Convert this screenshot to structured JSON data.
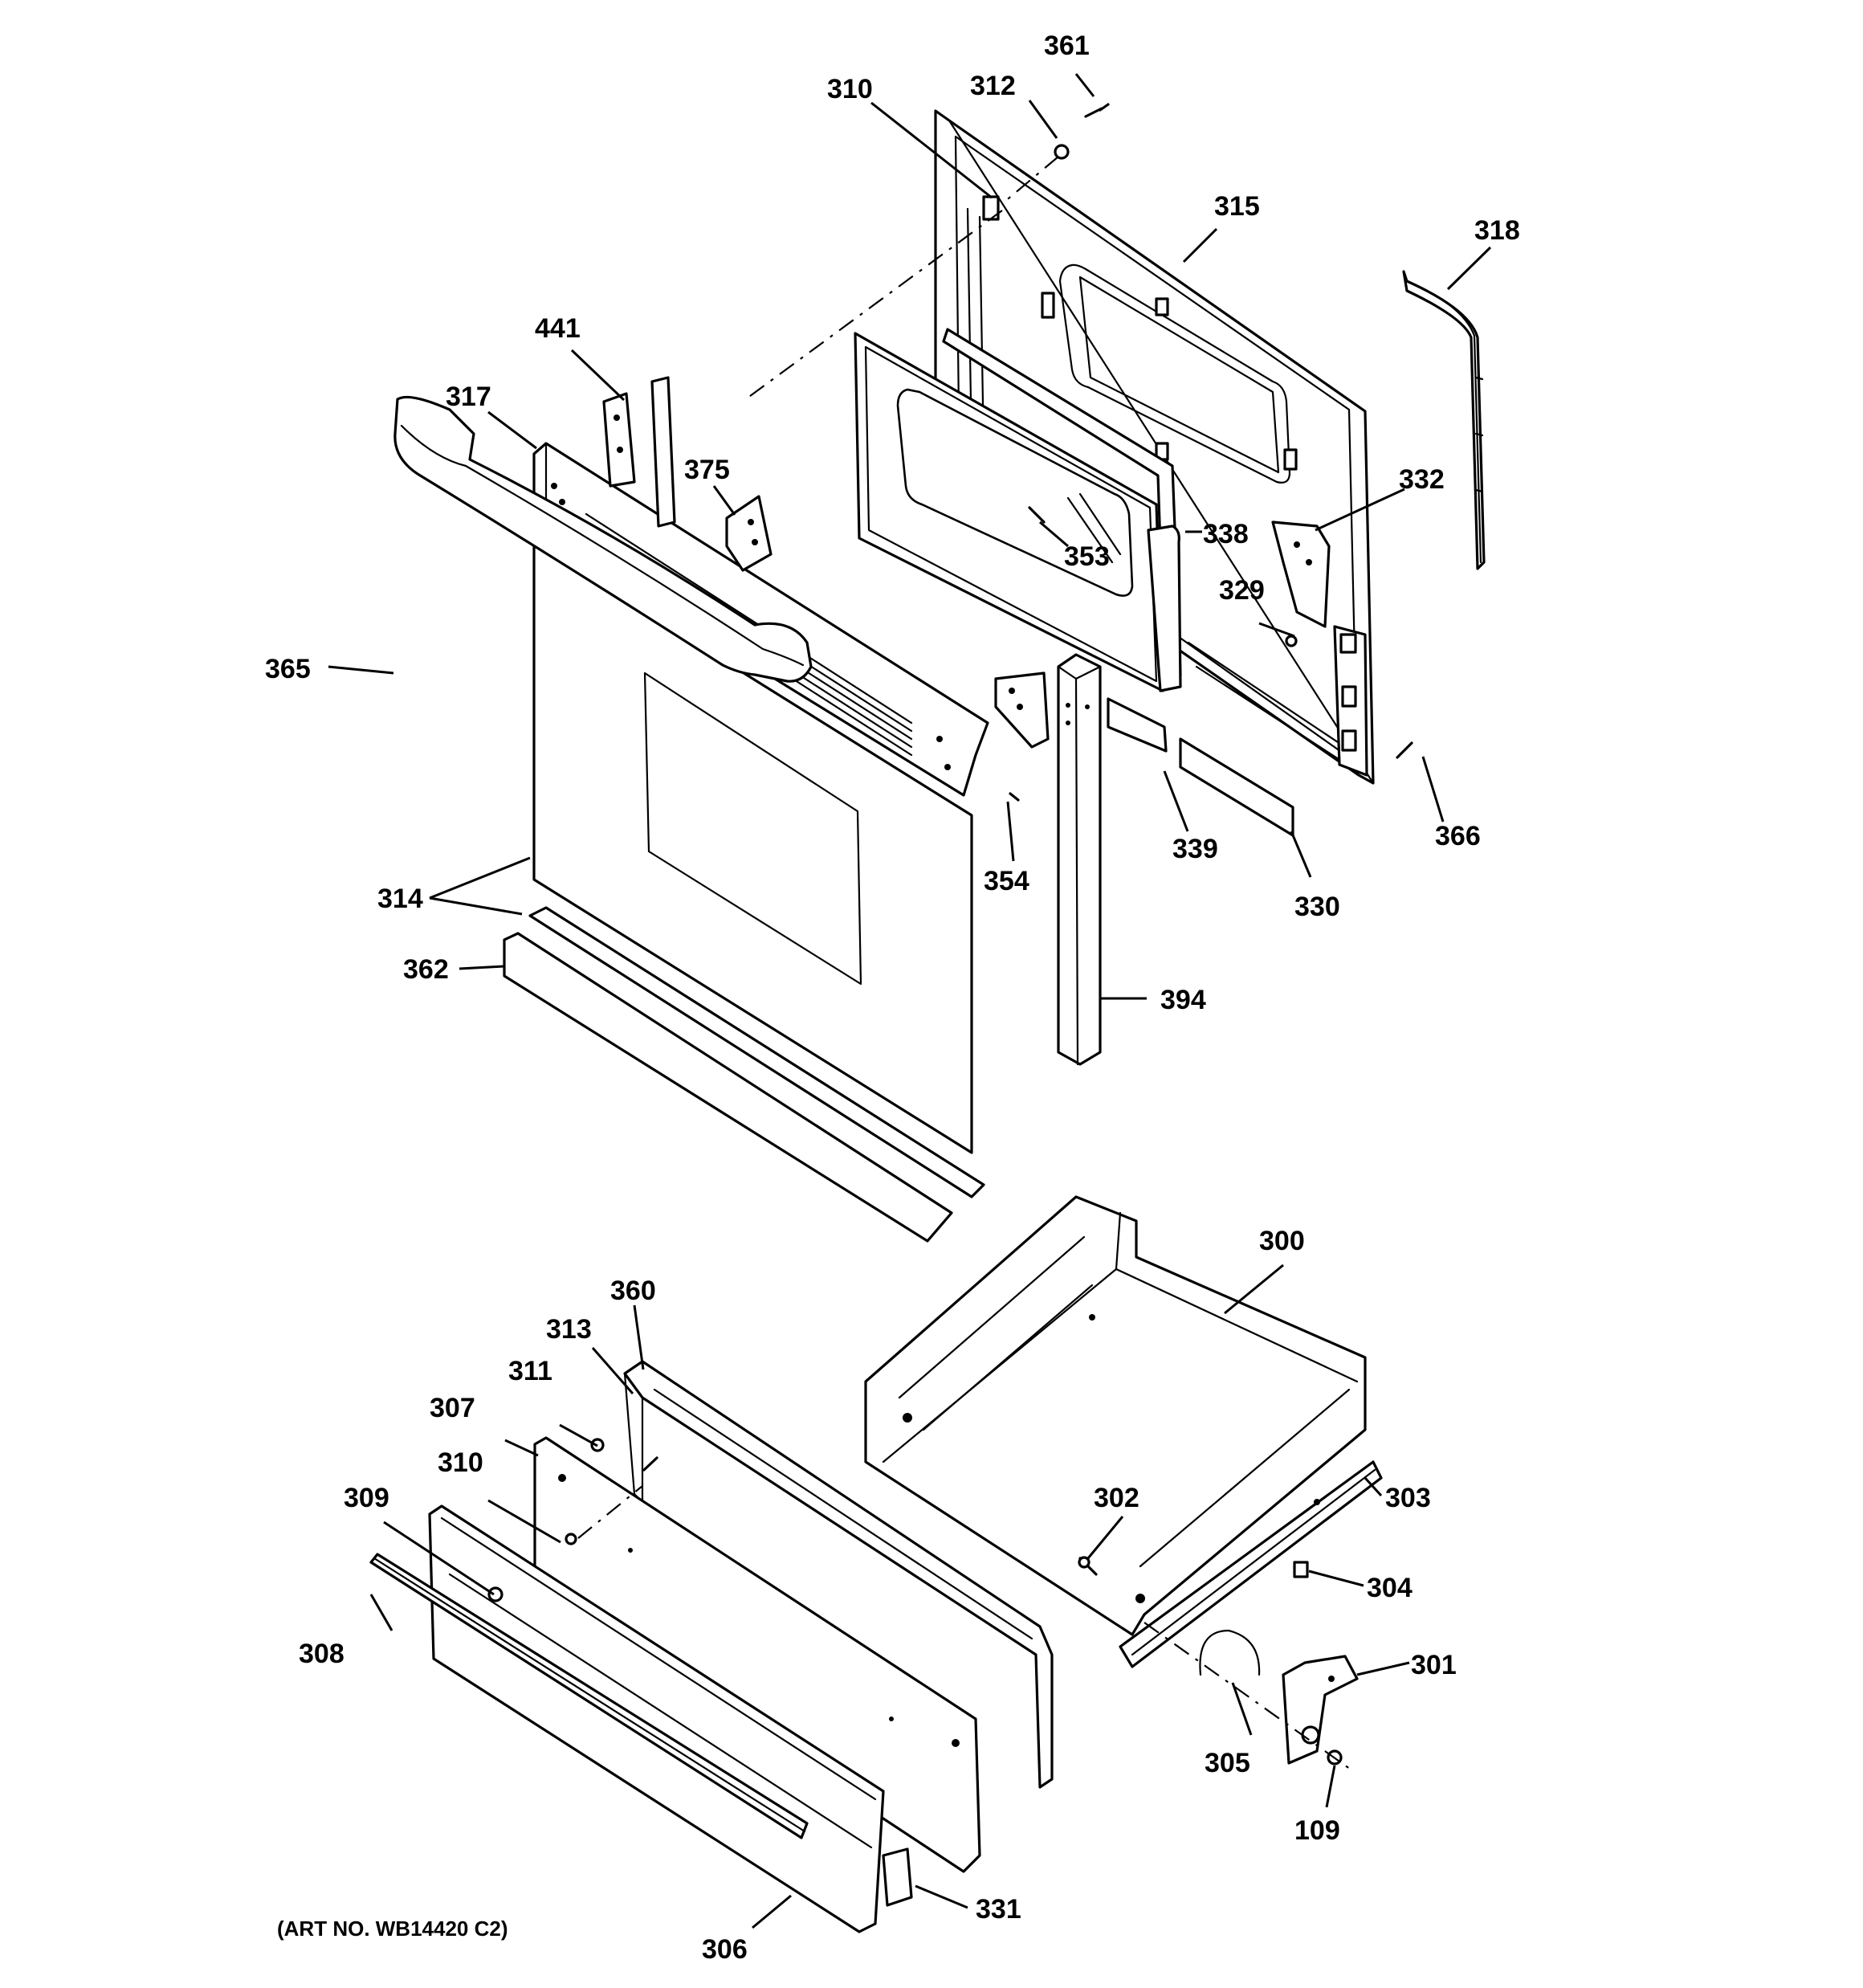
{
  "art_number": "(ART NO. WB14420 C2)",
  "callouts": {
    "p361": "361",
    "p312": "312",
    "p310a": "310",
    "p315": "315",
    "p318": "318",
    "p441": "441",
    "p317": "317",
    "p375": "375",
    "p332": "332",
    "p338": "338",
    "p353": "353",
    "p329": "329",
    "p365": "365",
    "p354": "354",
    "p339": "339",
    "p366": "366",
    "p330": "330",
    "p314": "314",
    "p362": "362",
    "p394": "394",
    "p300": "300",
    "p360": "360",
    "p313": "313",
    "p311": "311",
    "p307": "307",
    "p310b": "310",
    "p309": "309",
    "p302": "302",
    "p303": "303",
    "p304": "304",
    "p308": "308",
    "p301": "301",
    "p305": "305",
    "p109": "109",
    "p331": "331",
    "p306": "306"
  }
}
